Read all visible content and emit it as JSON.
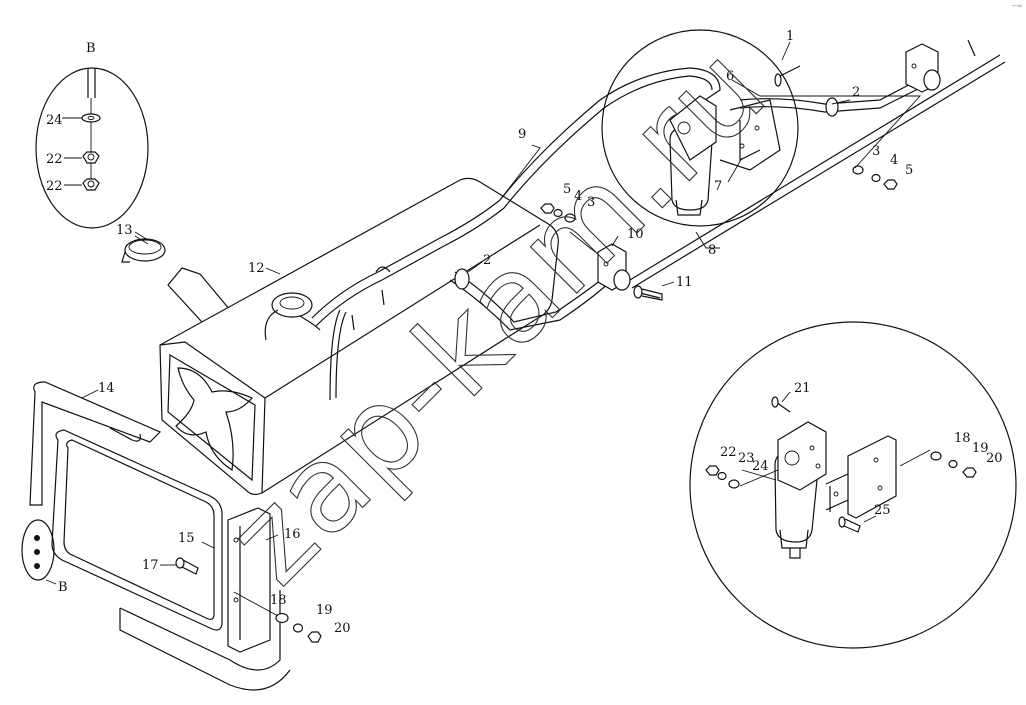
{
  "watermark": "zap-kam.ru",
  "corner_mark": "⌐═",
  "callouts": {
    "1": "1",
    "2a": "2",
    "2b": "2",
    "3a": "3",
    "3b": "3",
    "4a": "4",
    "4b": "4",
    "5a": "5",
    "5b": "5",
    "6": "6",
    "7": "7",
    "8": "8",
    "9": "9",
    "10": "10",
    "11": "11",
    "12": "12",
    "13": "13",
    "14": "14",
    "15": "15",
    "16": "16",
    "17": "17",
    "18a": "18",
    "18b": "18",
    "19a": "19",
    "19b": "19",
    "20a": "20",
    "20b": "20",
    "21": "21",
    "22a": "22",
    "22b": "22",
    "22c": "22",
    "23": "23",
    "24a": "24",
    "24b": "24",
    "25": "25",
    "Ba": "B",
    "Bb": "B"
  }
}
